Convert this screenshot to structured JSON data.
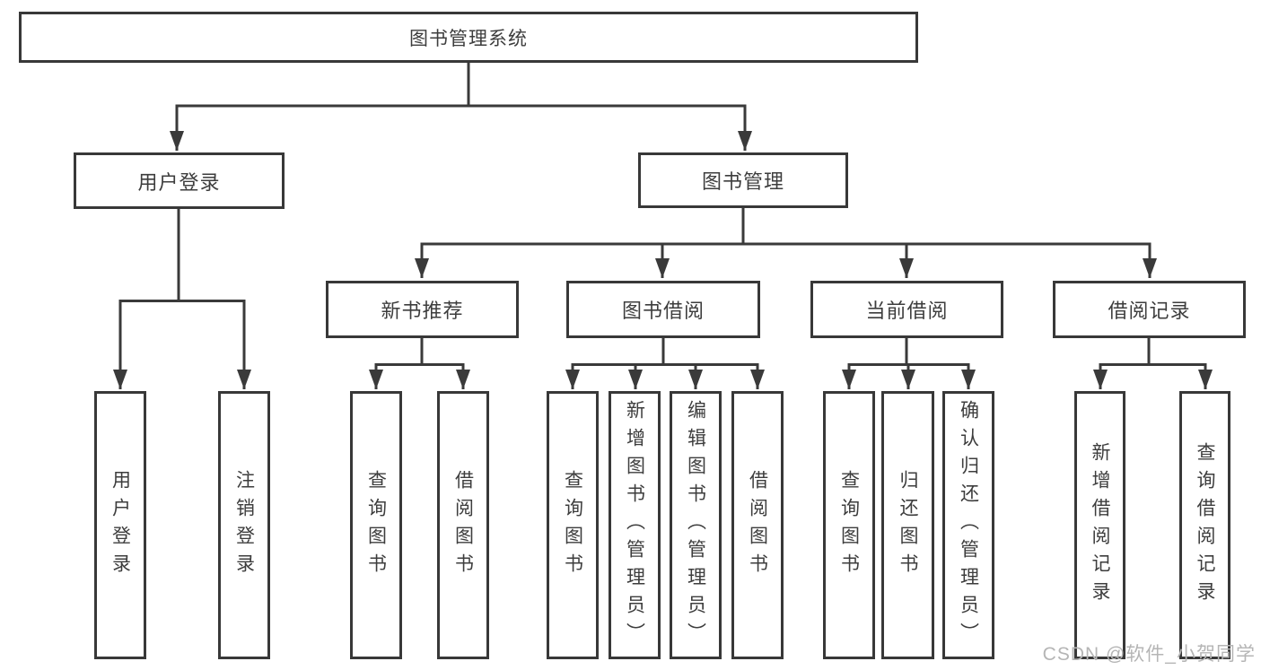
{
  "colors": {
    "line": "#3a3a3a",
    "box_border": "#383838",
    "text": "#3d3d3d",
    "watermark": "#b5b5b5",
    "background": "#ffffff"
  },
  "diagram": {
    "root": {
      "label": "图书管理系统"
    },
    "branches": [
      {
        "label": "用户登录",
        "children": [
          {
            "label": "用户登录"
          },
          {
            "label": "注销登录"
          }
        ]
      },
      {
        "label": "图书管理",
        "children": [
          {
            "label": "新书推荐",
            "children": [
              {
                "label": "查询图书"
              },
              {
                "label": "借阅图书"
              }
            ]
          },
          {
            "label": "图书借阅",
            "children": [
              {
                "label": "查询图书"
              },
              {
                "label": "新增图书（管理员）"
              },
              {
                "label": "编辑图书（管理员）"
              },
              {
                "label": "借阅图书"
              }
            ]
          },
          {
            "label": "当前借阅",
            "children": [
              {
                "label": "查询图书"
              },
              {
                "label": "归还图书"
              },
              {
                "label": "确认归还（管理员）"
              }
            ]
          },
          {
            "label": "借阅记录",
            "children": [
              {
                "label": "新增借阅记录"
              },
              {
                "label": "查询借阅记录"
              }
            ]
          }
        ]
      }
    ]
  },
  "watermark": {
    "text": "CSDN @软件_小贺同学"
  }
}
